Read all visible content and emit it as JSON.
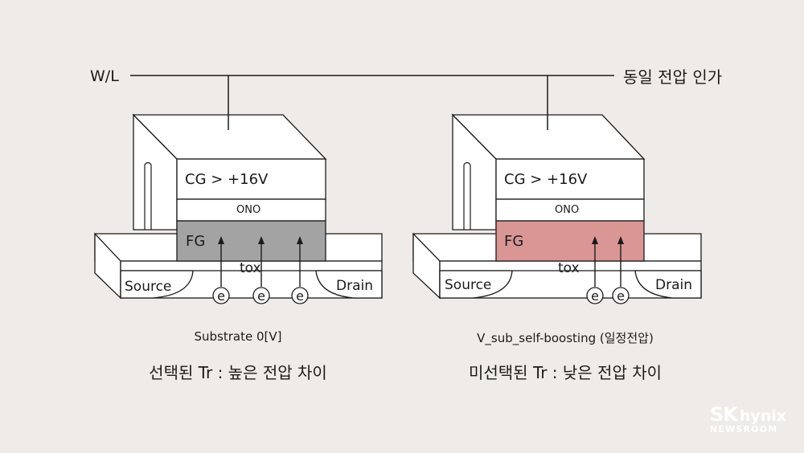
{
  "wordline": {
    "label": "W/L",
    "right_label": "동일 전압 인가"
  },
  "cells": [
    {
      "id": "selected",
      "cg_label": "CG > +16V",
      "ono_label": "ONO",
      "fg_label": "FG",
      "tox_label": "tox",
      "source_label": "Source",
      "drain_label": "Drain",
      "electron_label": "e",
      "electron_count": 3,
      "fg_color": "#a3a3a3",
      "substrate_caption": "Substrate 0[V]",
      "result_caption": "선택된 Tr : 높은 전압 차이"
    },
    {
      "id": "unselected",
      "cg_label": "CG > +16V",
      "ono_label": "ONO",
      "fg_label": "FG",
      "tox_label": "tox",
      "source_label": "Source",
      "drain_label": "Drain",
      "electron_label": "e",
      "electron_count": 2,
      "fg_color": "#d99695",
      "substrate_caption": "V_sub_self-boosting (일정전압)",
      "result_caption": "미선택된 Tr : 낮은 전압 차이"
    }
  ],
  "logo": {
    "brand": "SK",
    "brand2": "hynix",
    "sub": "NEWSROOM"
  }
}
